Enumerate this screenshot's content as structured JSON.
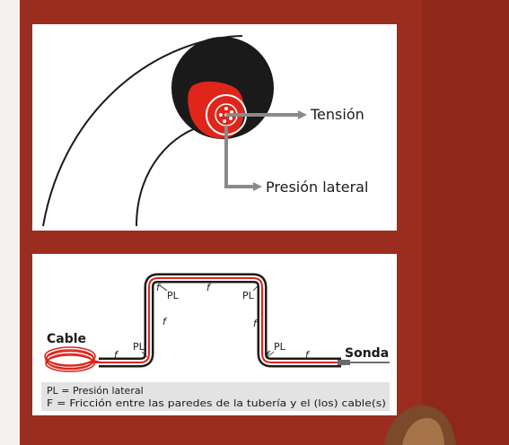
{
  "top_panel": {
    "tension_label": "Tensión",
    "lateral_pressure_label": "Presión lateral"
  },
  "bottom_panel": {
    "cable_label": "Cable",
    "probe_label": "Sonda",
    "pl_marks": [
      "PL",
      "PL",
      "PL",
      "PL"
    ],
    "f_marks": [
      "f",
      "f",
      "f",
      "f",
      "f",
      "f",
      "f"
    ],
    "legend": {
      "line1": "PL = Presión lateral",
      "line2": "F = Fricción entre las paredes de la tubería y el (los) cable(s)"
    }
  },
  "colors": {
    "background_red": "#9b2d1f",
    "cable_red": "#e0251b",
    "pipe_black": "#1a1a1a",
    "arrow_gray": "#8a8a8a",
    "legend_bg": "#e3e3e3"
  }
}
